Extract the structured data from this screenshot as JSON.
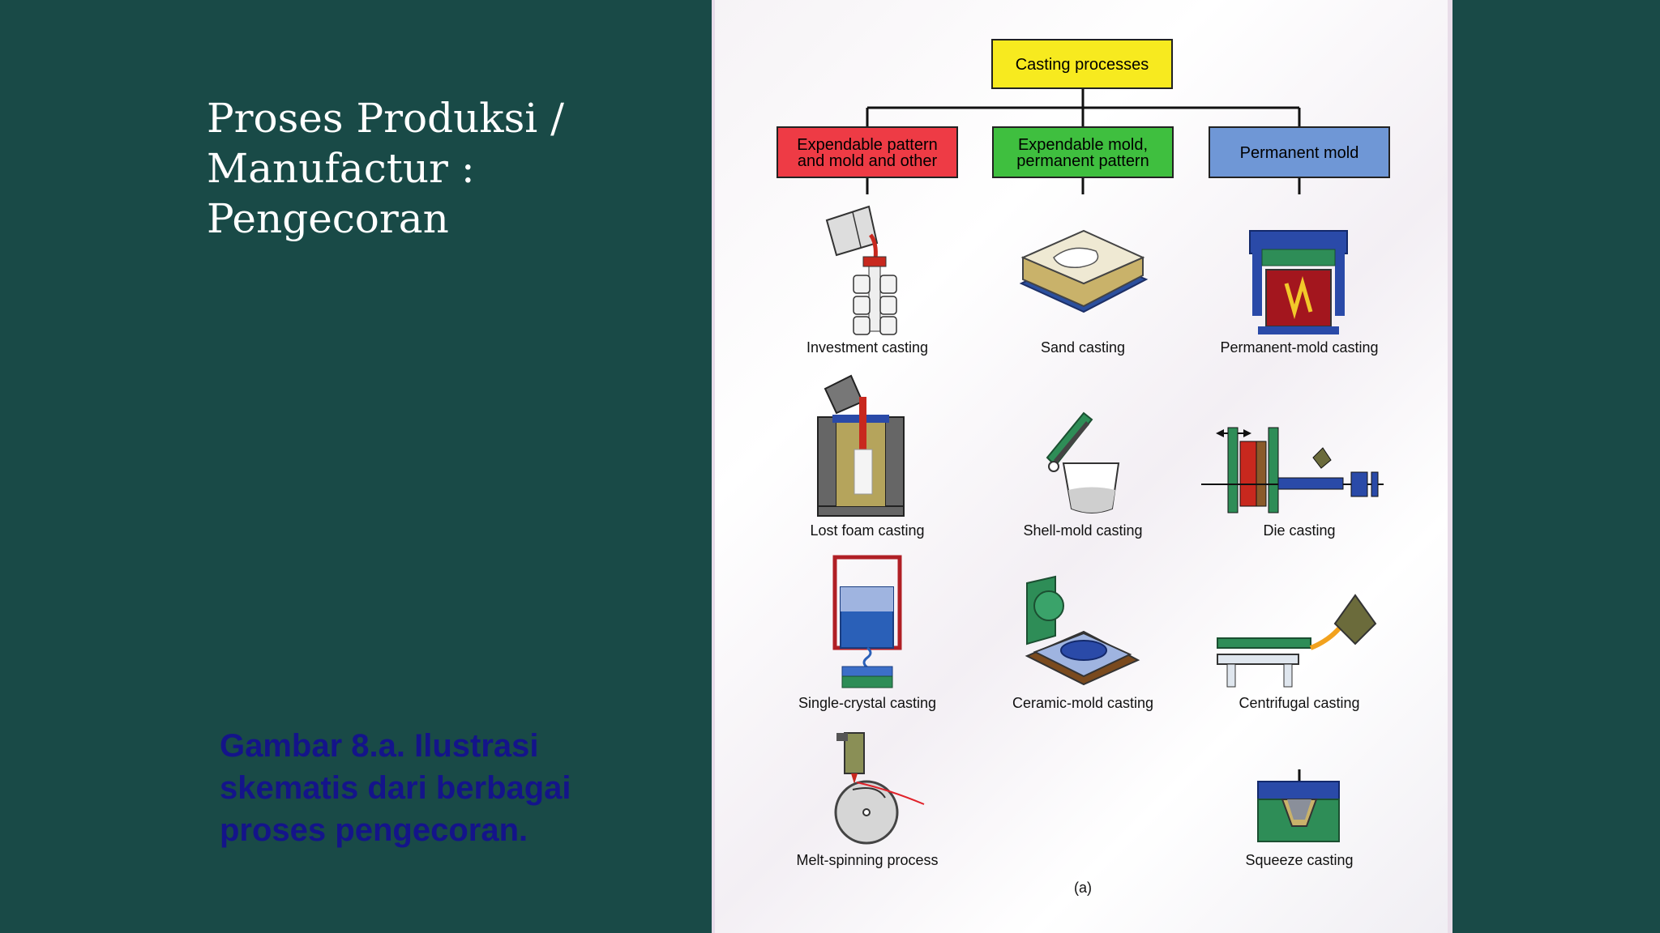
{
  "slide": {
    "title_lines": [
      "Proses Produksi /",
      "Manufactur :",
      "Pengecoran"
    ],
    "caption_lines": [
      "Gambar 8.a. Ilustrasi",
      "skematis dari berbagai",
      "proses pengecoran."
    ]
  },
  "diagram": {
    "root": "Casting processes",
    "categories": [
      {
        "lines": [
          "Expendable pattern",
          "and mold and other"
        ],
        "color": "#ee3b45"
      },
      {
        "lines": [
          "Expendable mold,",
          "permanent pattern"
        ],
        "color": "#3fbf3f"
      },
      {
        "lines": [
          "Permanent mold"
        ],
        "color": "#6f97d6"
      }
    ],
    "root_color": "#f7ea1f",
    "processes": {
      "investment": "Investment casting",
      "sand": "Sand casting",
      "permanent_mold": "Permanent-mold casting",
      "lost_foam": "Lost foam casting",
      "shell_mold": "Shell-mold casting",
      "die": "Die casting",
      "single_crystal": "Single-crystal casting",
      "ceramic_mold": "Ceramic-mold casting",
      "centrifugal": "Centrifugal casting",
      "melt_spinning": "Melt-spinning process",
      "squeeze": "Squeeze casting"
    },
    "figure_tag": "(a)"
  }
}
